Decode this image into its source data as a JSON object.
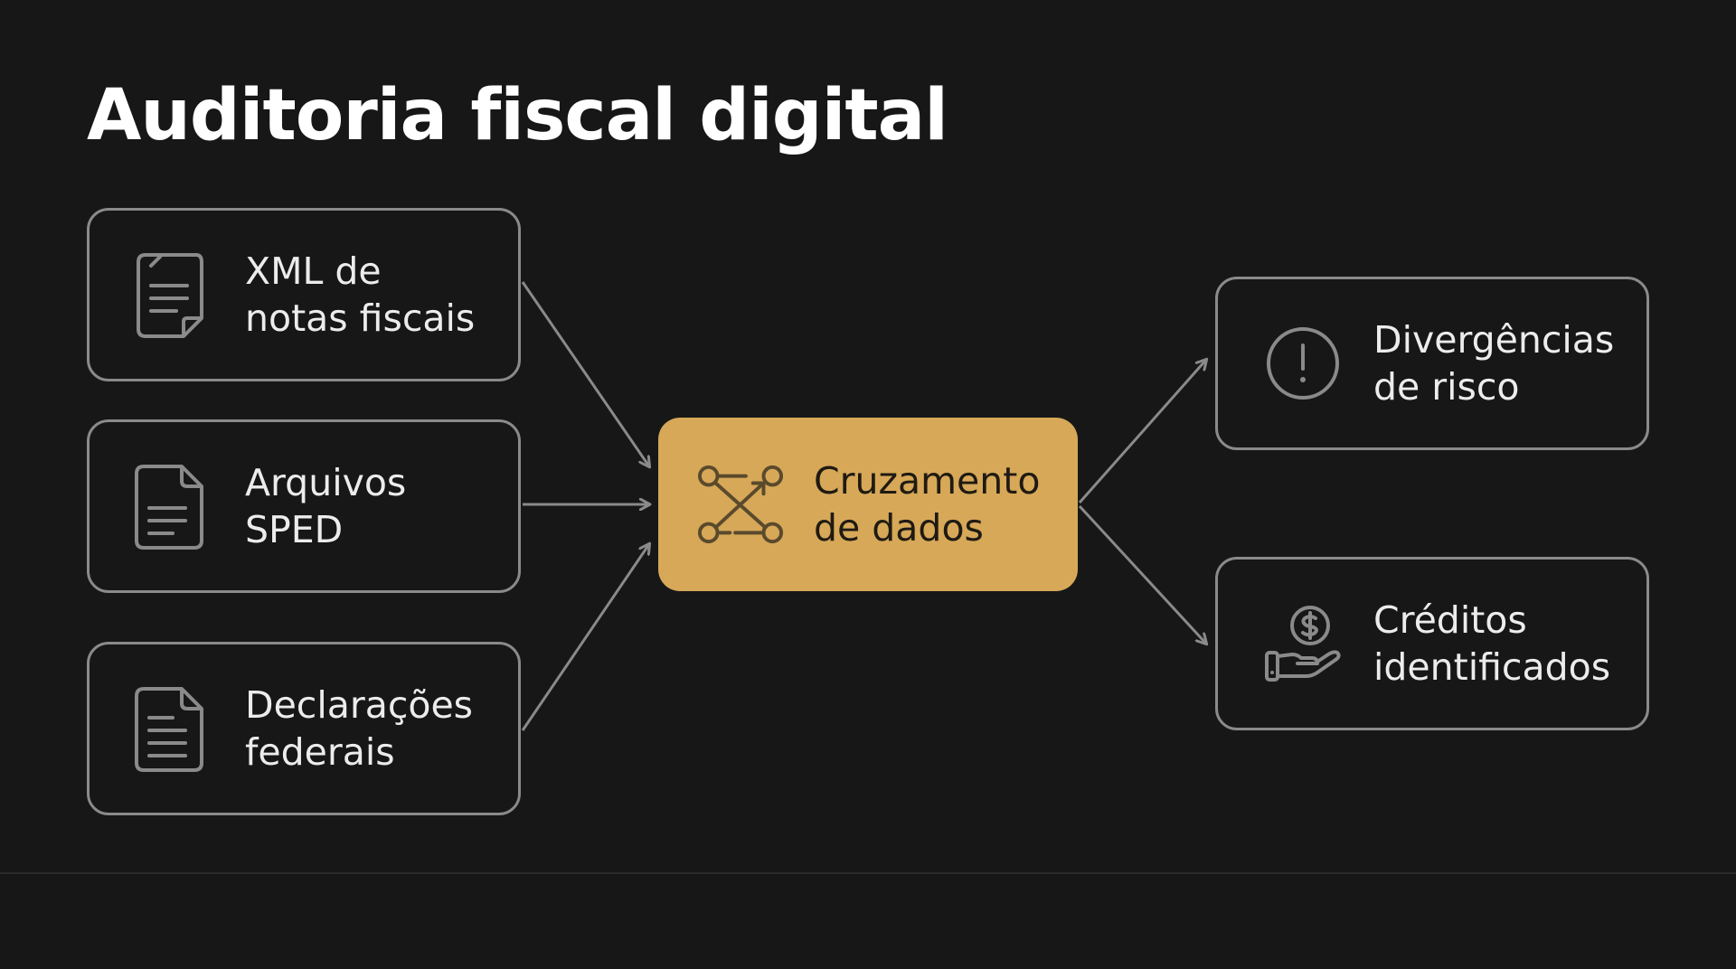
{
  "title": "Auditoria fiscal digital",
  "colors": {
    "background": "#171717",
    "box_border": "#8a8a8a",
    "hub_fill": "#d6a858",
    "arrow": "#8a8a8a"
  },
  "inputs": [
    {
      "line1": "XML de",
      "line2": "notas fiscais",
      "icon": "document-folded-corner-icon"
    },
    {
      "line1": "Arquivos",
      "line2": "SPED",
      "icon": "document-icon"
    },
    {
      "line1": "Declarações",
      "line2": "federais",
      "icon": "document-icon"
    }
  ],
  "hub": {
    "line1": "Cruzamento",
    "line2": "de dados",
    "icon": "data-crossing-network-icon"
  },
  "outputs": [
    {
      "line1": "Divergências",
      "line2": "de risco",
      "icon": "alert-circle-icon"
    },
    {
      "line1": "Créditos",
      "line2": "identificados",
      "icon": "hand-coin-icon"
    }
  ]
}
